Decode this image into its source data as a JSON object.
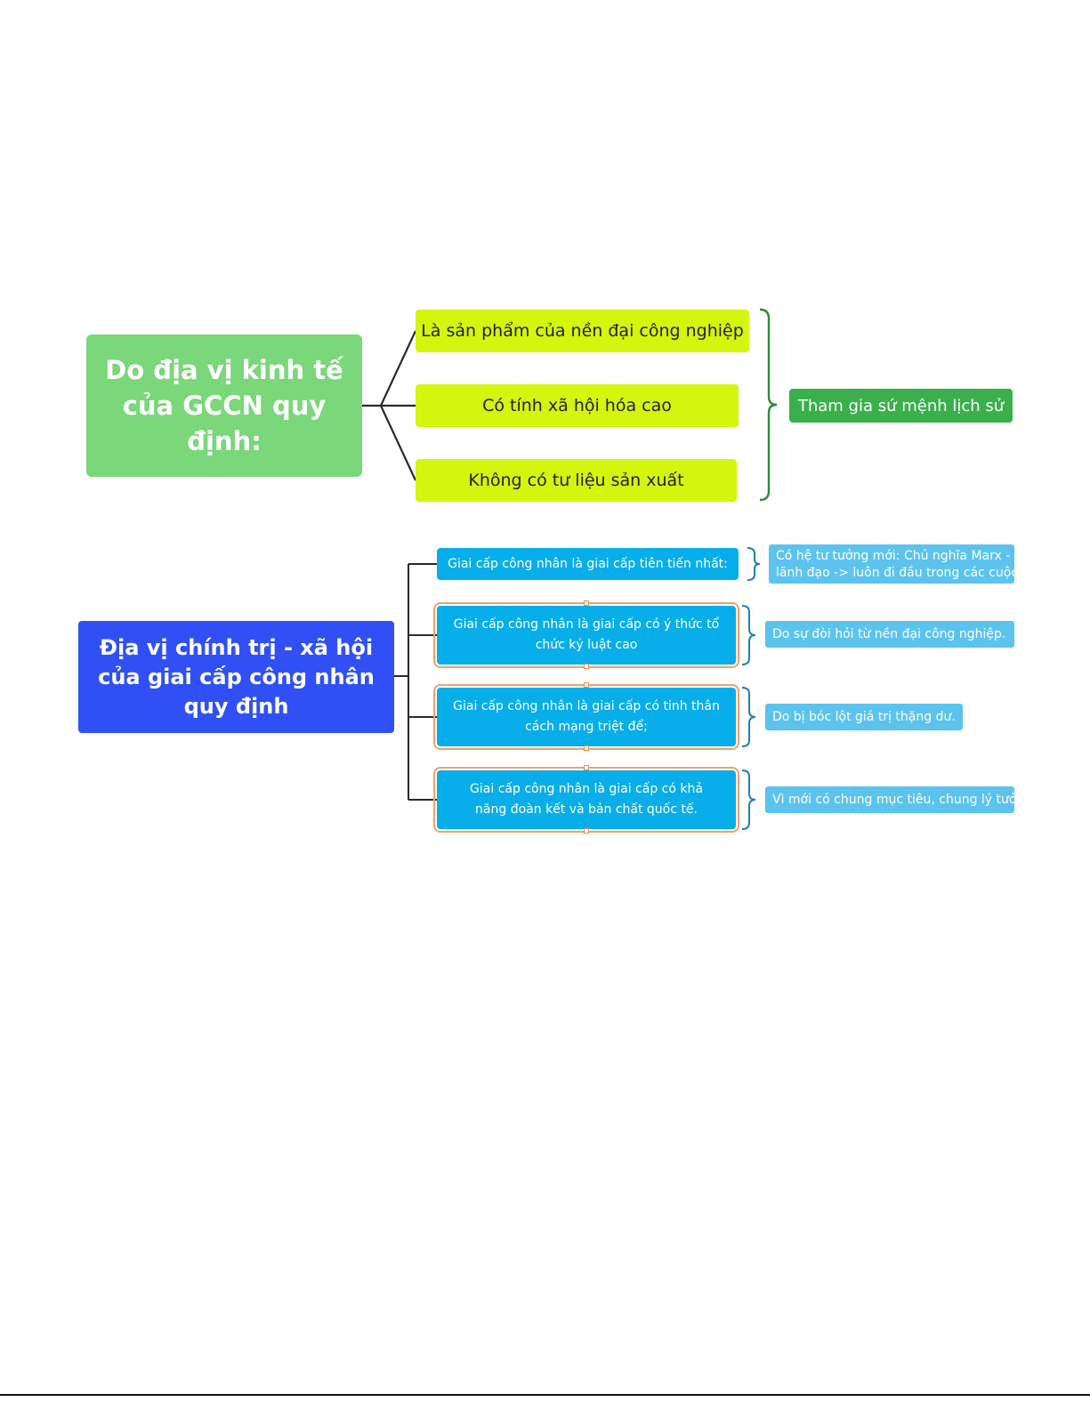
{
  "diagram1": {
    "root": "Do địa vị kinh tế của GCCN quy định:",
    "branches": [
      "Là sản phẩm của nền đại công nghiệp",
      "Có tính xã hội hóa cao",
      "Không có tư liệu sản xuất"
    ],
    "result": "Tham gia sứ mệnh lịch sử",
    "colors": {
      "root": "#7ad77a",
      "branch": "#d4f50e",
      "result": "#3ab04a",
      "bracket": "#2e8b3a"
    }
  },
  "diagram2": {
    "root": "Địa vị chính trị - xã hội của giai cấp công nhân quy định",
    "children": [
      {
        "text": "Giai cấp công nhân là giai cấp tiên tiến nhất:",
        "note_lines": [
          "Có hệ tư tưởng mới: Chủ nghĩa Marx -",
          "lãnh đạo -> luôn đi đầu trong các cuộc"
        ]
      },
      {
        "text": "Giai cấp công nhân là giai cấp có ý thức tổ chức kỷ luật cao",
        "note_lines": [
          "Do sự đòi hỏi từ nền đại công nghiệp."
        ]
      },
      {
        "text": "Giai cấp công nhân là giai cấp có tinh thân cách mạng triệt để;",
        "note_lines": [
          "Do bị bóc lột giá trị thặng dư."
        ]
      },
      {
        "text": "Giai cấp công nhân là giai cấp có khả năng đoàn kết và bản chất quốc tế.",
        "note_lines": [
          "Vì mới có chung mục tiêu, chung lý tưở"
        ]
      }
    ],
    "colors": {
      "root": "#3050f5",
      "child": "#08aeea",
      "note": "#5cc3ee",
      "selection": "#f3a06a",
      "bracket": "#1f7fb8"
    }
  }
}
